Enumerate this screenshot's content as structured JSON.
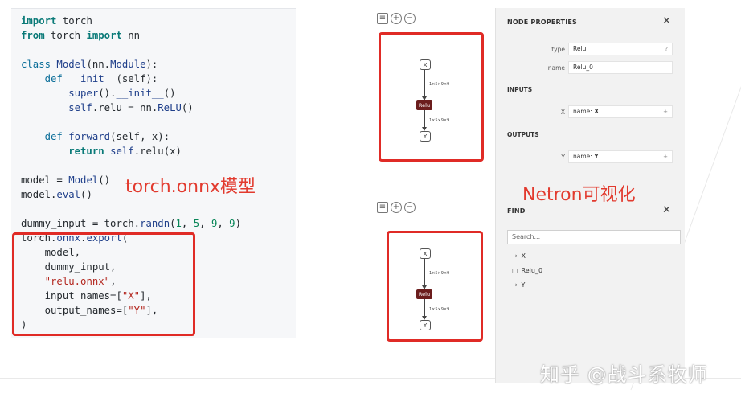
{
  "code": {
    "lines": [
      {
        "kind": "plain",
        "parts": [
          {
            "t": "import",
            "c": "kw"
          },
          {
            "t": " torch",
            "c": ""
          }
        ]
      },
      {
        "kind": "plain",
        "parts": [
          {
            "t": "from",
            "c": "kw"
          },
          {
            "t": " torch ",
            "c": ""
          },
          {
            "t": "import",
            "c": "kw"
          },
          {
            "t": " nn",
            "c": ""
          }
        ]
      },
      {
        "kind": "plain",
        "parts": []
      },
      {
        "kind": "plain",
        "parts": [
          {
            "t": "class ",
            "c": "kw2"
          },
          {
            "t": "Model",
            "c": "fn"
          },
          {
            "t": "(nn.",
            "c": ""
          },
          {
            "t": "Module",
            "c": "fn"
          },
          {
            "t": "):",
            "c": ""
          }
        ]
      },
      {
        "kind": "plain",
        "parts": [
          {
            "t": "    def ",
            "c": "kw2"
          },
          {
            "t": "__init__",
            "c": "fn"
          },
          {
            "t": "(self):",
            "c": ""
          }
        ]
      },
      {
        "kind": "plain",
        "parts": [
          {
            "t": "        super",
            "c": "fn"
          },
          {
            "t": "().",
            "c": ""
          },
          {
            "t": "__init__",
            "c": "fn"
          },
          {
            "t": "()",
            "c": ""
          }
        ]
      },
      {
        "kind": "plain",
        "parts": [
          {
            "t": "        self",
            "c": "fn"
          },
          {
            "t": ".relu = nn.",
            "c": ""
          },
          {
            "t": "ReLU",
            "c": "fn"
          },
          {
            "t": "()",
            "c": ""
          }
        ]
      },
      {
        "kind": "plain",
        "parts": []
      },
      {
        "kind": "plain",
        "parts": [
          {
            "t": "    def ",
            "c": "kw2"
          },
          {
            "t": "forward",
            "c": "fn"
          },
          {
            "t": "(self, x):",
            "c": ""
          }
        ]
      },
      {
        "kind": "plain",
        "parts": [
          {
            "t": "        return ",
            "c": "kw"
          },
          {
            "t": "self",
            "c": "fn"
          },
          {
            "t": ".relu(x)",
            "c": ""
          }
        ]
      },
      {
        "kind": "plain",
        "parts": []
      },
      {
        "kind": "plain",
        "parts": [
          {
            "t": "model = ",
            "c": ""
          },
          {
            "t": "Model",
            "c": "fn"
          },
          {
            "t": "()",
            "c": ""
          }
        ]
      },
      {
        "kind": "plain",
        "parts": [
          {
            "t": "model.",
            "c": ""
          },
          {
            "t": "eval",
            "c": "fn"
          },
          {
            "t": "()",
            "c": ""
          }
        ]
      },
      {
        "kind": "plain",
        "parts": []
      },
      {
        "kind": "plain",
        "parts": [
          {
            "t": "dummy_input = torch.",
            "c": ""
          },
          {
            "t": "randn",
            "c": "fn"
          },
          {
            "t": "(",
            "c": ""
          },
          {
            "t": "1",
            "c": "num"
          },
          {
            "t": ", ",
            "c": ""
          },
          {
            "t": "5",
            "c": "num"
          },
          {
            "t": ", ",
            "c": ""
          },
          {
            "t": "9",
            "c": "num"
          },
          {
            "t": ", ",
            "c": ""
          },
          {
            "t": "9",
            "c": "num"
          },
          {
            "t": ")",
            "c": ""
          }
        ]
      },
      {
        "kind": "plain",
        "parts": [
          {
            "t": "torch.",
            "c": ""
          },
          {
            "t": "onnx",
            "c": "fn"
          },
          {
            "t": ".",
            "c": ""
          },
          {
            "t": "export",
            "c": "fn"
          },
          {
            "t": "(",
            "c": ""
          }
        ]
      },
      {
        "kind": "plain",
        "parts": [
          {
            "t": "    model,",
            "c": ""
          }
        ]
      },
      {
        "kind": "plain",
        "parts": [
          {
            "t": "    dummy_input,",
            "c": ""
          }
        ]
      },
      {
        "kind": "plain",
        "parts": [
          {
            "t": "    ",
            "c": ""
          },
          {
            "t": "\"relu.onnx\"",
            "c": "str"
          },
          {
            "t": ",",
            "c": ""
          }
        ]
      },
      {
        "kind": "plain",
        "parts": [
          {
            "t": "    input_names=[",
            "c": ""
          },
          {
            "t": "\"X\"",
            "c": "str"
          },
          {
            "t": "],",
            "c": ""
          }
        ]
      },
      {
        "kind": "plain",
        "parts": [
          {
            "t": "    output_names=[",
            "c": ""
          },
          {
            "t": "\"Y\"",
            "c": "str"
          },
          {
            "t": "],",
            "c": ""
          }
        ]
      },
      {
        "kind": "plain",
        "parts": [
          {
            "t": ")",
            "c": ""
          }
        ]
      }
    ],
    "annotation": "torch.onnx模型"
  },
  "graph": {
    "input_node": "X",
    "op_node": "Relu",
    "output_node": "Y",
    "edge_shape": "1×5×9×9",
    "toolbar_icons": [
      "list-icon",
      "zoom-in-icon",
      "zoom-out-icon"
    ]
  },
  "properties": {
    "title": "NODE PROPERTIES",
    "type_label": "type",
    "type_value": "Relu",
    "type_suffix": "?",
    "name_label": "name",
    "name_value": "Relu_0",
    "inputs_title": "INPUTS",
    "input_label": "X",
    "input_prefix": "name: ",
    "input_value": "X",
    "outputs_title": "OUTPUTS",
    "output_label": "Y",
    "output_prefix": "name: ",
    "output_value": "Y",
    "field_suffix": "+"
  },
  "annotation": "Netron可视化",
  "find": {
    "title": "FIND",
    "placeholder": "Search...",
    "results": [
      {
        "icon": "→",
        "text": "X"
      },
      {
        "icon": "□",
        "text": "Relu_0"
      },
      {
        "icon": "→",
        "text": "Y"
      }
    ]
  },
  "watermark": "知乎 @战斗系牧师",
  "colors": {
    "accent": "#e02b26",
    "relu": "#6b1d1d"
  }
}
